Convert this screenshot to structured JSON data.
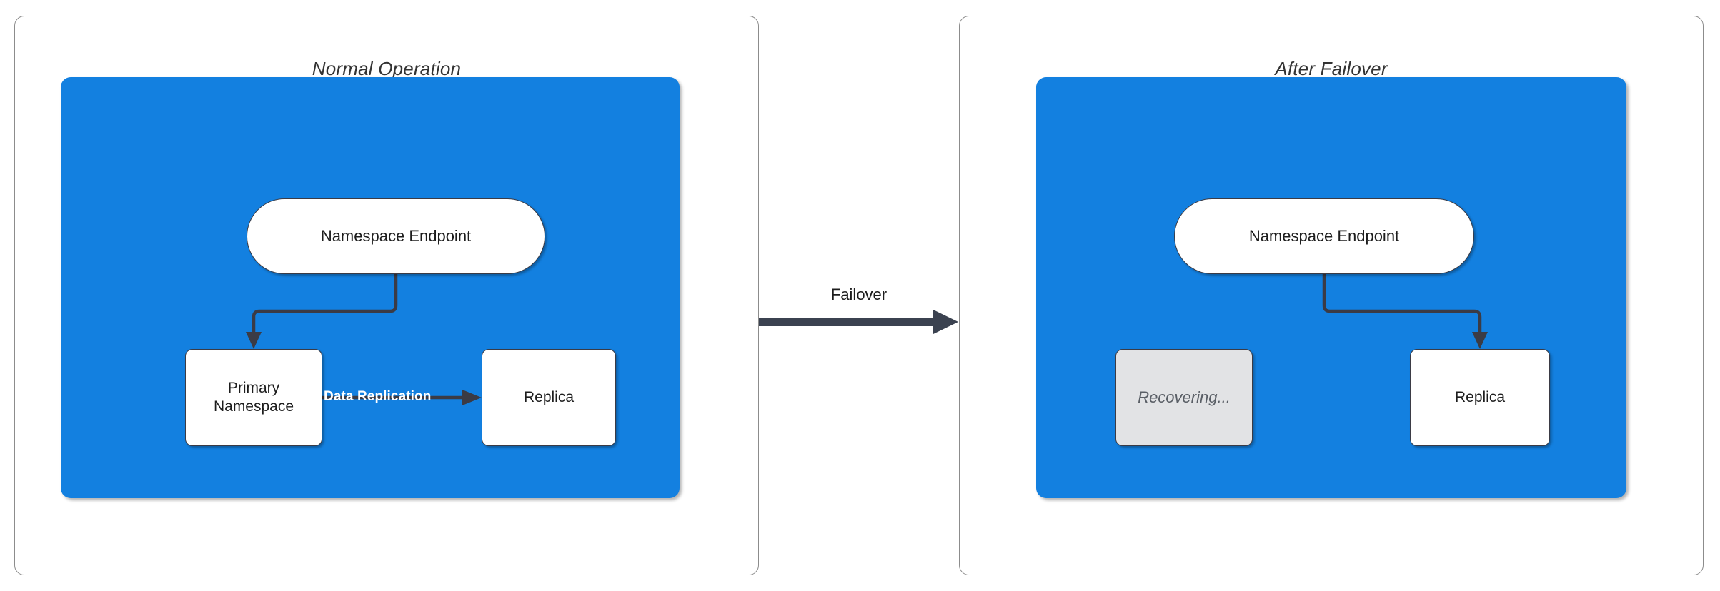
{
  "diagram": {
    "title_left": "Normal Operation",
    "title_right": "After Failover",
    "colors": {
      "zone_blue": "#1380e0",
      "node_fill": "#ffffff",
      "node_stroke": "#3b3b45",
      "ghost_fill": "#e2e3e5",
      "ghost_text": "#5a5f66",
      "panel_border": "#8c8c8c",
      "edge_label_on_blue": "#ffffff",
      "title_text": "#333333"
    }
  },
  "panels": {
    "left": {
      "title": "Normal Operation",
      "nodes": {
        "endpoint": "Namespace Endpoint",
        "primary": "Primary\nNamespace",
        "primary_line1": "Primary",
        "primary_line2": "Namespace",
        "replica": "Replica"
      },
      "edges": {
        "endpoint_to_primary": "",
        "primary_to_replica": "Data Replication"
      }
    },
    "right": {
      "title": "After Failover",
      "nodes": {
        "endpoint": "Namespace Endpoint",
        "recovering": "Recovering...",
        "replica": "Replica"
      },
      "edges": {
        "endpoint_to_replica": ""
      }
    }
  },
  "transition": {
    "label": "Failover"
  }
}
